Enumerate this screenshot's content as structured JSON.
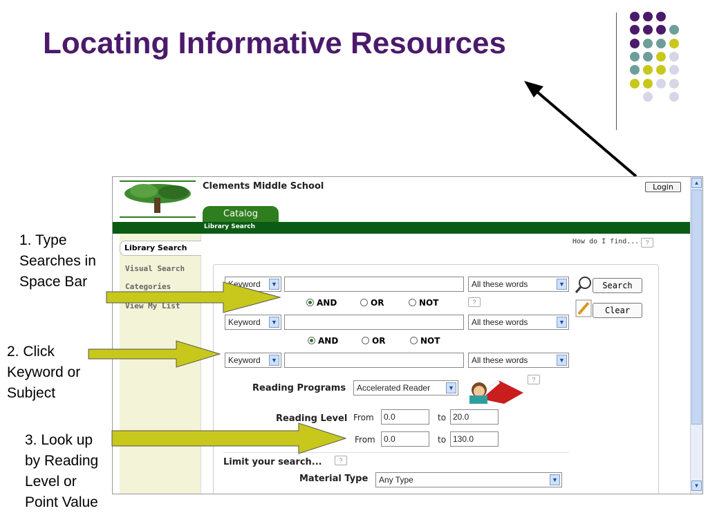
{
  "slide": {
    "title": "Locating Informative Resources",
    "callouts": [
      [
        "1. Type",
        "Searches in",
        "Space Bar"
      ],
      [
        "2. Click",
        "Keyword or",
        "Subject"
      ],
      [
        "3. Look up",
        "by Reading",
        "Level or",
        "Point Value"
      ]
    ],
    "colors": {
      "title": "#4b1a6b",
      "dot_purple": "#4b1a6b",
      "dot_teal": "#6e9e9a",
      "dot_yellow": "#c8c81c",
      "dot_lavender": "#d6d6e8"
    }
  },
  "app": {
    "school_name": "Clements Middle School",
    "login_label": "Login",
    "tab_catalog": "Catalog",
    "breadcrumb": "Library Search",
    "sidebar": [
      "Library Search",
      "Visual Search",
      "Categories",
      "View My List"
    ],
    "how_do_i_find": "How do I find...",
    "help_glyph": "?",
    "search_rows": [
      {
        "field": "Keyword",
        "value": "",
        "match": "All these words"
      },
      {
        "field": "Keyword",
        "value": "",
        "match": "All these words"
      },
      {
        "field": "Keyword",
        "value": "",
        "match": "All these words"
      }
    ],
    "bool_ops": {
      "and": "AND",
      "or": "OR",
      "not": "NOT"
    },
    "search_button": "Search",
    "clear_button": "Clear",
    "reading_programs_label": "Reading Programs",
    "reading_program_value": "Accelerated Reader",
    "reading_level_label": "Reading Level",
    "from_label": "From",
    "to_label": "to",
    "reading_level_from": "0.0",
    "reading_level_to": "20.0",
    "points_from": "0.0",
    "points_to": "130.0",
    "limit_label": "Limit your search...",
    "material_type_label": "Material Type",
    "material_type_value": "Any Type"
  }
}
